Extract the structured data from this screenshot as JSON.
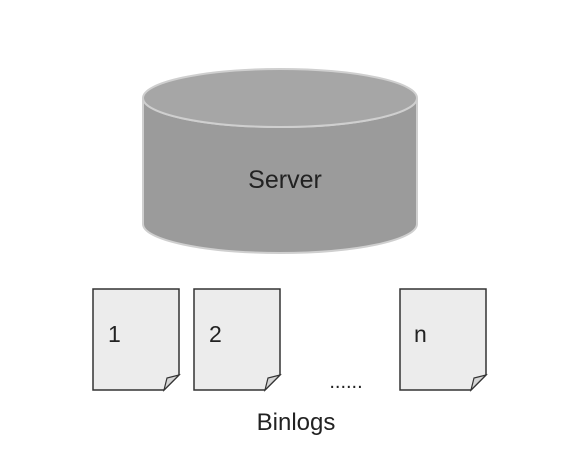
{
  "server": {
    "label": "Server"
  },
  "binlogs": {
    "files": [
      {
        "label": "1"
      },
      {
        "label": "2"
      },
      {
        "label": "n"
      }
    ],
    "ellipsis": "......",
    "caption": "Binlogs"
  },
  "colors": {
    "cylinder_fill": "#9b9b9b",
    "cylinder_top": "#a6a6a6",
    "cylinder_stroke": "#cfcfcf",
    "file_fill": "#ececec",
    "file_stroke": "#333333",
    "text": "#222222"
  }
}
